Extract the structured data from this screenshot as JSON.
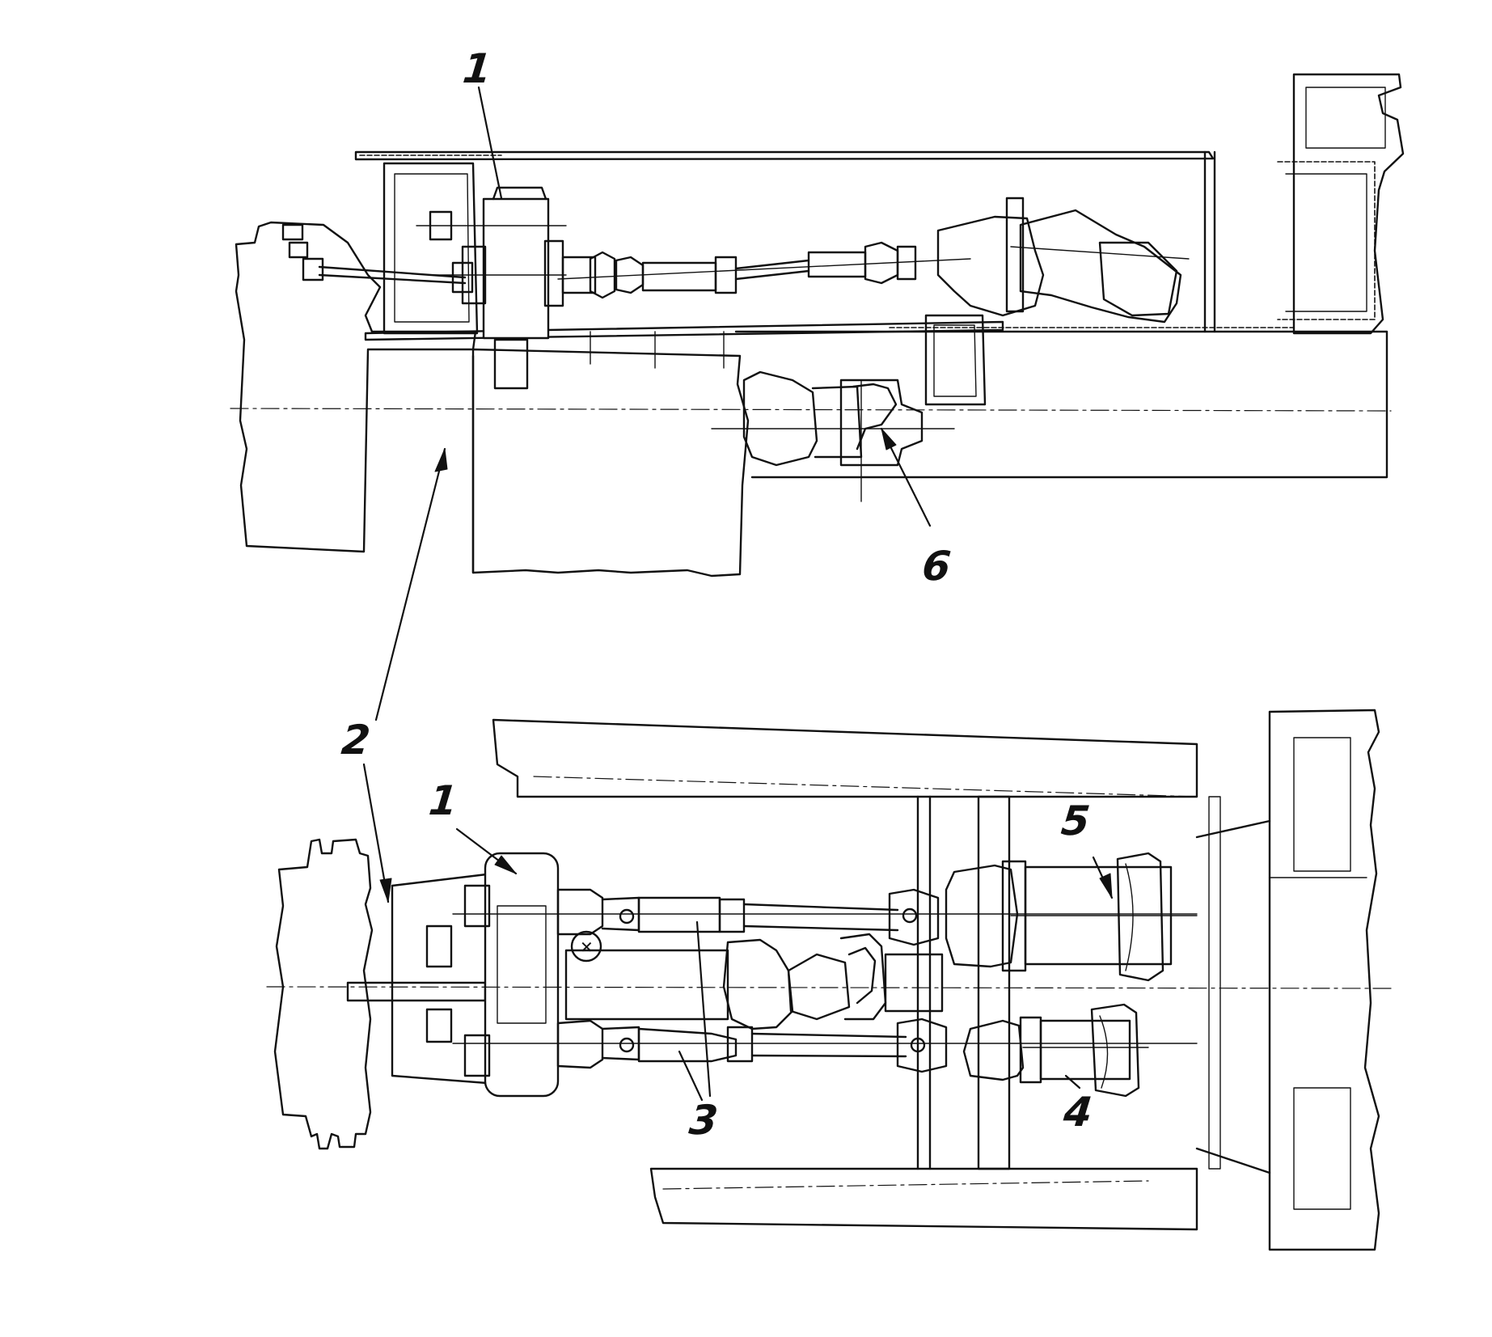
{
  "callouts": {
    "c1_top": "1",
    "c1_bottom": "1",
    "c2": "2",
    "c3": "3",
    "c4": "4",
    "c5": "5",
    "c6": "6"
  },
  "colors": {
    "ink": "#111111",
    "paper": "#ffffff"
  }
}
